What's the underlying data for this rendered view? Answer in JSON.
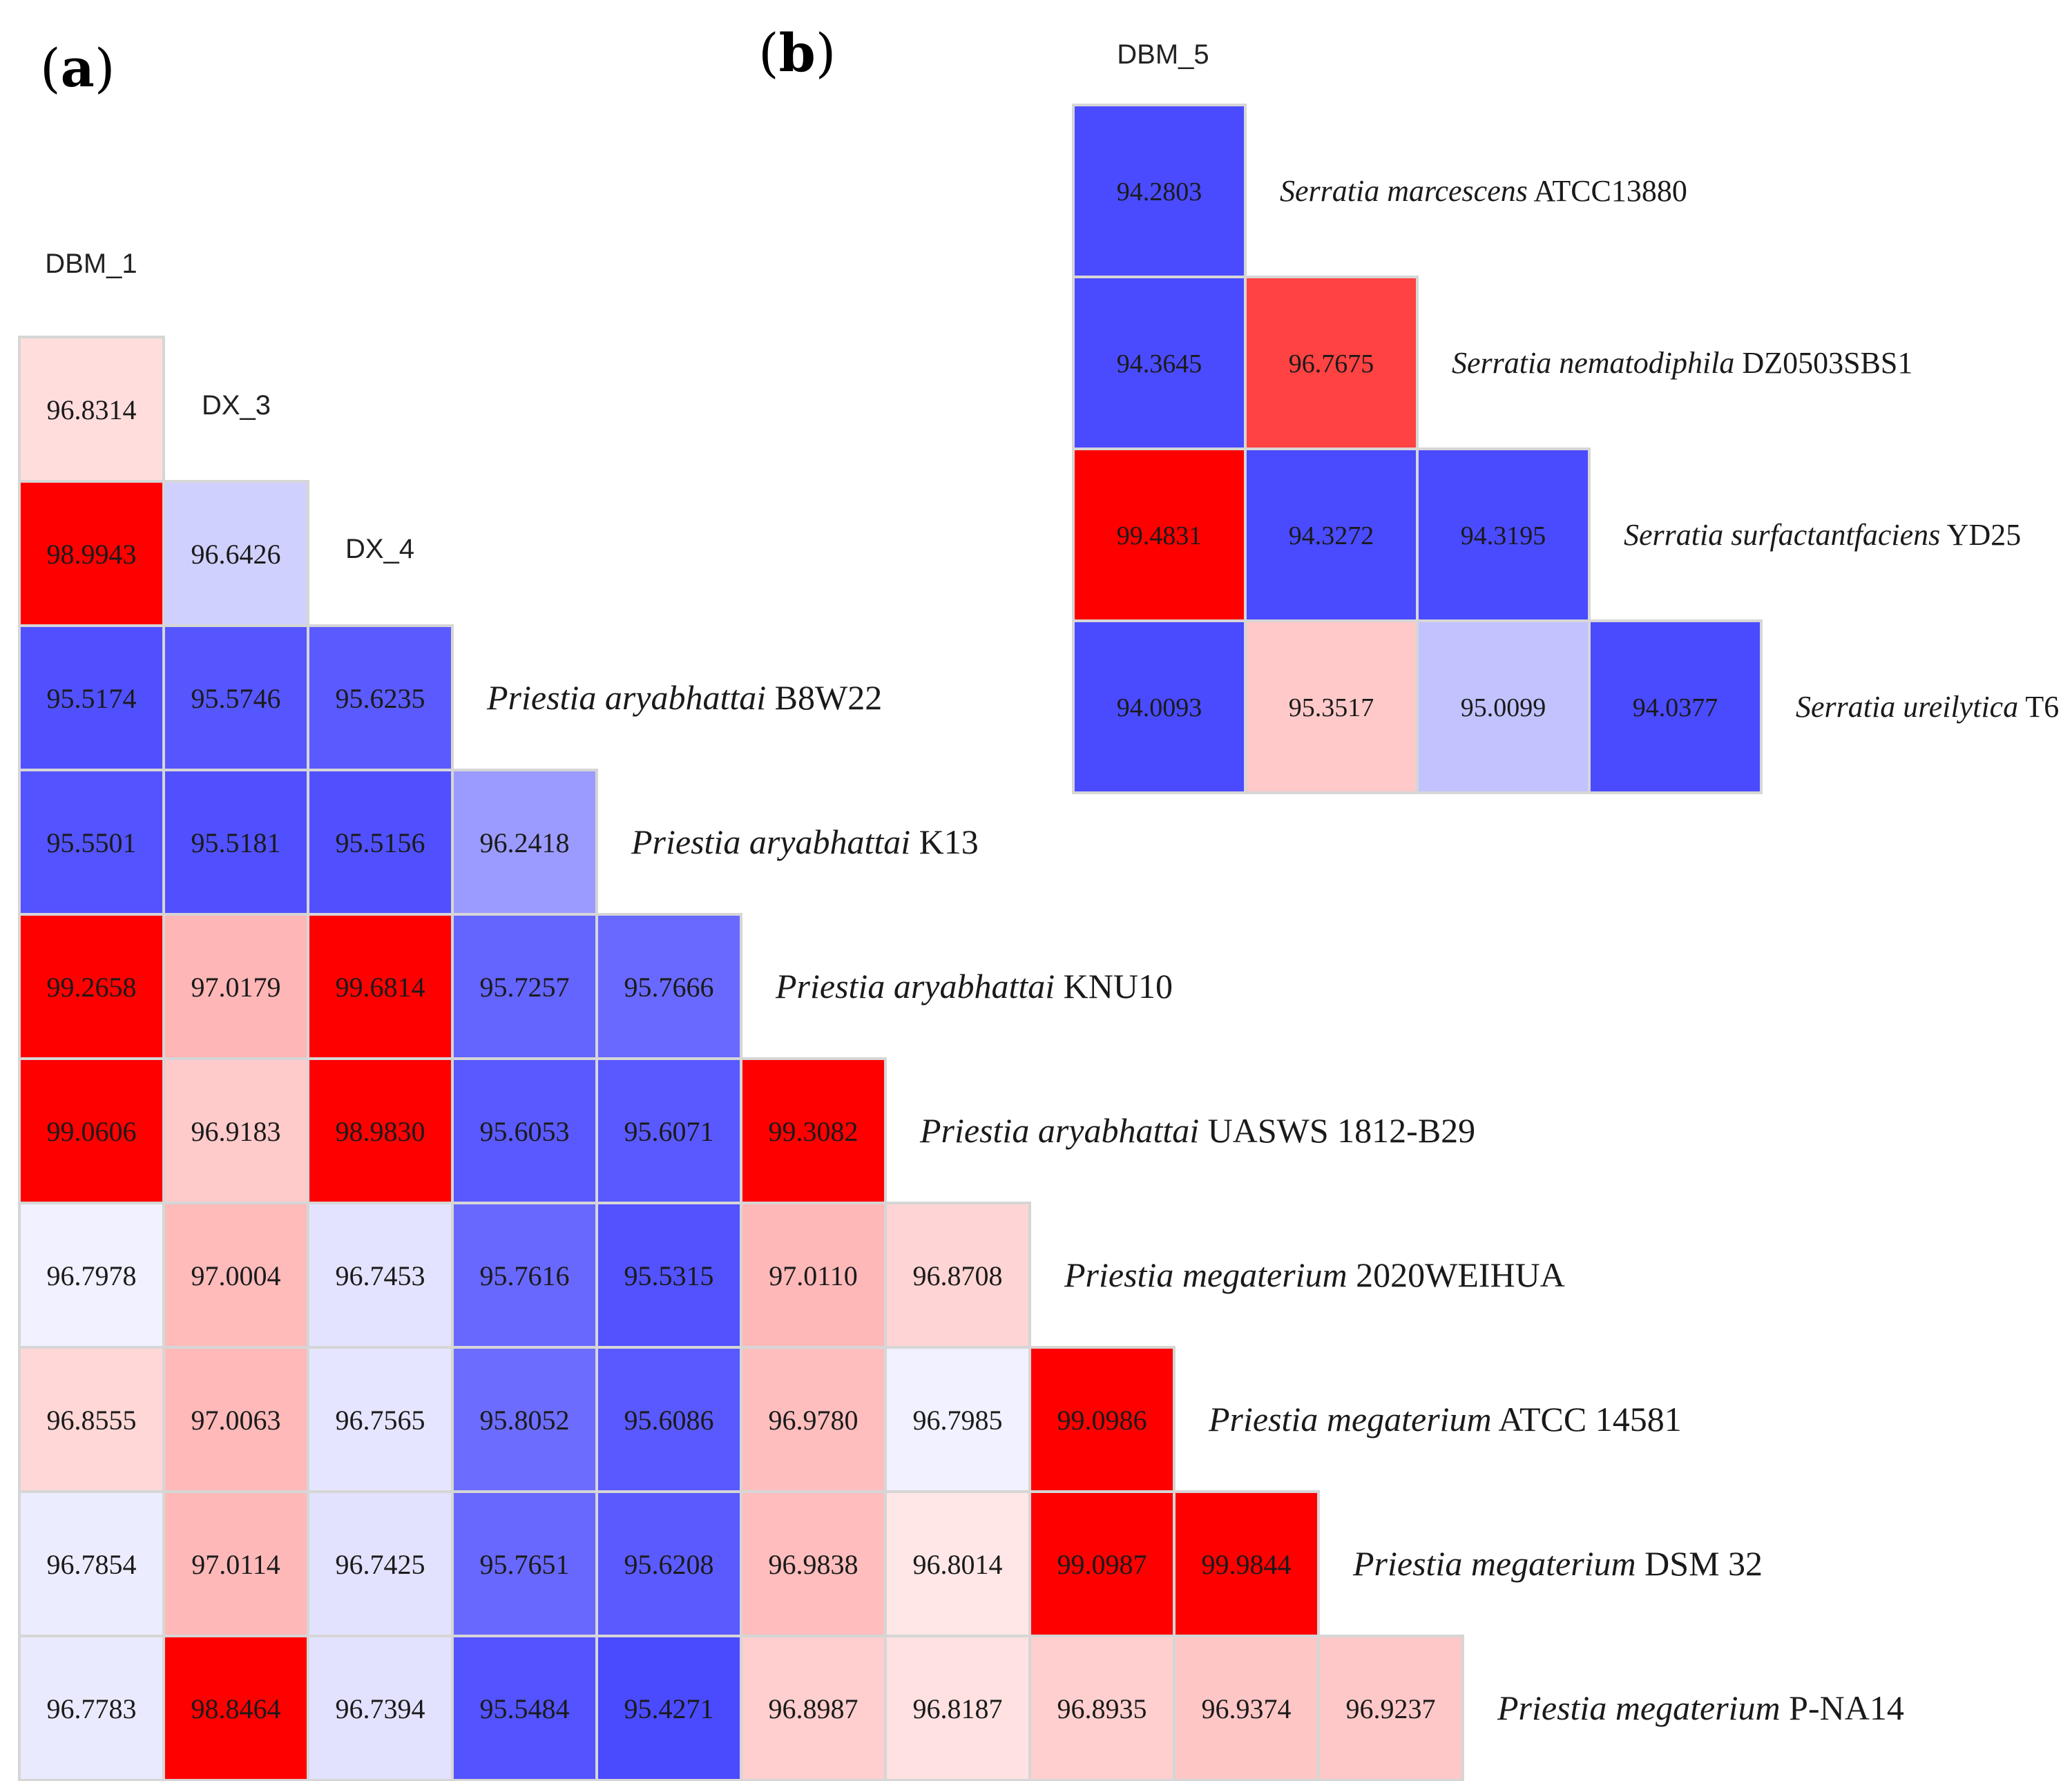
{
  "panels": [
    {
      "label": "a",
      "chart_data": {
        "type": "heatmap",
        "layout": "lower-triangular",
        "column_headers": [
          "DBM_1",
          "DX_3",
          "DX_4"
        ],
        "rows": [
          {
            "genus": "",
            "strain": "",
            "values": [
              96.8314
            ]
          },
          {
            "genus": "",
            "strain": "",
            "values": [
              98.9943,
              96.6426
            ]
          },
          {
            "genus": "Priestia aryabhattai",
            "strain": "B8W22",
            "values": [
              95.5174,
              95.5746,
              95.6235
            ]
          },
          {
            "genus": "Priestia aryabhattai",
            "strain": "K13",
            "values": [
              95.5501,
              95.5181,
              95.5156,
              96.2418
            ]
          },
          {
            "genus": "Priestia aryabhattai",
            "strain": "KNU10",
            "values": [
              99.2658,
              97.0179,
              99.6814,
              95.7257,
              95.7666
            ]
          },
          {
            "genus": "Priestia aryabhattai",
            "strain": "UASWS 1812-B29",
            "values": [
              99.0606,
              96.9183,
              98.983,
              95.6053,
              95.6071,
              99.3082
            ]
          },
          {
            "genus": "Priestia megaterium",
            "strain": "2020WEIHUA",
            "values": [
              96.7978,
              97.0004,
              96.7453,
              95.7616,
              95.5315,
              97.011,
              96.8708
            ]
          },
          {
            "genus": "Priestia megaterium",
            "strain": "ATCC 14581",
            "values": [
              96.8555,
              97.0063,
              96.7565,
              95.8052,
              95.6086,
              96.978,
              96.7985,
              99.0986
            ]
          },
          {
            "genus": "Priestia megaterium",
            "strain": "DSM 32",
            "values": [
              96.7854,
              97.0114,
              96.7425,
              95.7651,
              95.6208,
              96.9838,
              96.8014,
              99.0987,
              99.9844
            ]
          },
          {
            "genus": "Priestia megaterium",
            "strain": "P-NA14",
            "values": [
              96.7783,
              98.8464,
              96.7394,
              95.5484,
              95.4271,
              96.8987,
              96.8187,
              96.8935,
              96.9374,
              96.9237
            ]
          }
        ],
        "color_scale": {
          "low": "#4a4aff",
          "mid": "#f2f2ff",
          "high": "#ff0000"
        }
      }
    },
    {
      "label": "b",
      "chart_data": {
        "type": "heatmap",
        "layout": "lower-triangular",
        "column_headers": [
          "DBM_5"
        ],
        "rows": [
          {
            "genus": "Serratia marcescens",
            "strain": "ATCC13880",
            "values": [
              94.2803
            ]
          },
          {
            "genus": "Serratia nematodiphila",
            "strain": "DZ0503SBS1",
            "values": [
              94.3645,
              96.7675
            ]
          },
          {
            "genus": "Serratia surfactantfaciens",
            "strain": "YD25",
            "values": [
              99.4831,
              94.3272,
              94.3195
            ]
          },
          {
            "genus": "Serratia ureilytica",
            "strain": "T6",
            "values": [
              94.0093,
              95.3517,
              95.0099,
              94.0377
            ]
          }
        ],
        "color_scale": {
          "low": "#4a4aff",
          "mid": "#f2f2ff",
          "high": "#ff0000"
        }
      }
    }
  ]
}
